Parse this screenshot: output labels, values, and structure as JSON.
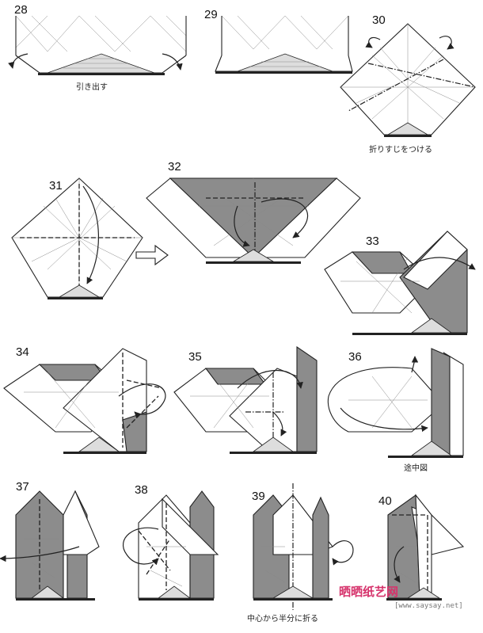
{
  "steps": [
    {
      "number": "28"
    },
    {
      "number": "29"
    },
    {
      "number": "30"
    },
    {
      "number": "31"
    },
    {
      "number": "32"
    },
    {
      "number": "33"
    },
    {
      "number": "34"
    },
    {
      "number": "35"
    },
    {
      "number": "36"
    },
    {
      "number": "37"
    },
    {
      "number": "38"
    },
    {
      "number": "39"
    },
    {
      "number": "40"
    }
  ],
  "captions": {
    "pull_out": "引き出す",
    "crease": "折りすじをつける",
    "in_progress": "途中図",
    "fold_half": "中心から半分に折る"
  },
  "watermark": {
    "text": "晒晒纸艺网",
    "url": "[www.saysay.net]"
  }
}
